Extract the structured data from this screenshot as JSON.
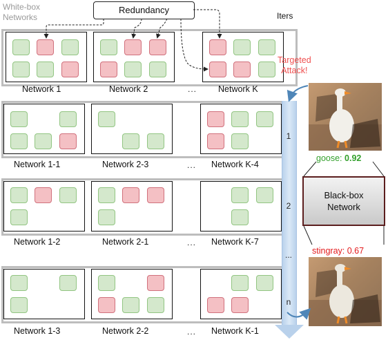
{
  "white_box_label": [
    "White-box",
    "Networks"
  ],
  "redundancy_label": "Redundancy",
  "iters_label": "Iters",
  "targeted_attack_label": [
    "Targeted",
    "Attack!"
  ],
  "rows": [
    {
      "networks": [
        "Network 1",
        "Network 2",
        "Network K"
      ],
      "ellipsis": "..."
    },
    {
      "networks": [
        "Network 1-1",
        "Network 2-3",
        "Network K-4"
      ],
      "ellipsis": "...",
      "iteration": "1"
    },
    {
      "networks": [
        "Network 1-2",
        "Network 2-1",
        "Network K-7"
      ],
      "ellipsis": "...",
      "iteration": "2"
    },
    {
      "networks": [
        "Network 1-3",
        "Network 2-2",
        "Network K-1"
      ],
      "ellipsis": "...",
      "iteration": "n"
    }
  ],
  "iteration_ellipsis": "...",
  "black_box": [
    "Black-box",
    "Network"
  ],
  "top_prediction": {
    "label": "goose:",
    "score": "0.92",
    "color": "#33a02c"
  },
  "bottom_prediction": {
    "label": "stingray:",
    "score": "0.67",
    "color": "#e31a1c"
  },
  "colors": {
    "block_green": "#d4e8cc",
    "block_red": "#f4c0c4",
    "frame_gray": "#bdbdbd",
    "iters_blue": "#b9d1eb",
    "black_box_border": "#5b1d1d"
  }
}
